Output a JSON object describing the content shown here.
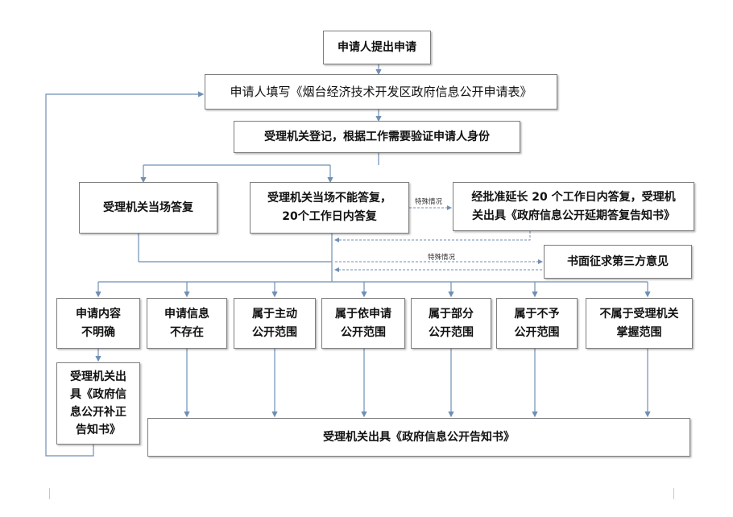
{
  "nodes": {
    "apply": "申请人提出申请",
    "fill_form": "申请人填写《烟台经济技术开发区政府信息公开申请表》",
    "register": "受理机关登记，根据工作需要验证申请人身份",
    "reply_onsite": "受理机关当场答复",
    "reply_20days": "受理机关当场不能答复，\n20个工作日内答复",
    "extend": "经批准延长 20 个工作日内答复，受理机\n关出具《政府信息公开延期答复告知书》",
    "third_party": "书面征求第三方意见",
    "unclear": "申请内容\n不明确",
    "not_exist": "申请信息\n不存在",
    "proactive": "属于主动\n公开范围",
    "on_request": "属于依申请\n公开范围",
    "partial": "属于部分\n公开范围",
    "not_public": "属于不予\n公开范围",
    "not_in_scope": "不属于受理机关\n掌握范围",
    "supplement": "受理机关出\n具《政府信\n息公开补正\n告知书》",
    "notice": "受理机关出具《政府信息公开告知书》"
  },
  "labels": {
    "special_1": "特殊情况",
    "special_2": "特殊情况"
  },
  "colors": {
    "line": "#6f8fb3",
    "dashed": "#6f8fb3",
    "box_border": "#7e7e7e"
  }
}
